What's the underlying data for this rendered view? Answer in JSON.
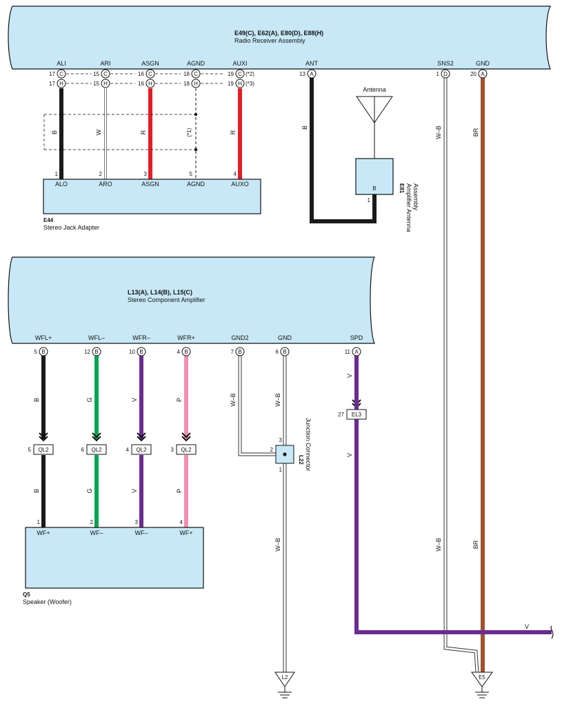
{
  "radio": {
    "codes": "E49(C), E62(A), E80(D), E88(H)",
    "name": "Radio Receiver Assembly",
    "pins": [
      "ALI",
      "ARI",
      "ASGN",
      "AGND",
      "AUXI",
      "ANT",
      "SNS2",
      "GND"
    ],
    "row_c": [
      {
        "num": "17",
        "con": "C"
      },
      {
        "num": "15",
        "con": "C"
      },
      {
        "num": "16",
        "con": "C"
      },
      {
        "num": "18",
        "con": "C"
      },
      {
        "num": "19",
        "con": "C"
      }
    ],
    "row_h": [
      {
        "num": "17",
        "con": "H"
      },
      {
        "num": "15",
        "con": "H"
      },
      {
        "num": "16",
        "con": "H"
      },
      {
        "num": "18",
        "con": "H"
      },
      {
        "num": "19",
        "con": "H"
      }
    ],
    "note_c": "(*2)",
    "note_h": "(*3)",
    "ant_pin": {
      "num": "13",
      "con": "A"
    },
    "sns2_pin": {
      "num": "1",
      "con": "D"
    },
    "gnd_pin": {
      "num": "20",
      "con": "A"
    }
  },
  "jack": {
    "code": "E44",
    "name": "Stereo Jack Adapter",
    "pins": [
      "ALO",
      "ARO",
      "ASGN",
      "AGND",
      "AUXO"
    ],
    "pin_nums": [
      "1",
      "2",
      "3",
      "5",
      "4"
    ],
    "note": "(*1)"
  },
  "antenna": {
    "label": "Antenna",
    "code": "E81",
    "name_line1": "Amplifier Antenna",
    "name_line2": "Assembly",
    "con": "B",
    "pin": "1"
  },
  "amp": {
    "codes": "L13(A), L14(B), L15(C)",
    "name": "Stereo Component Amplifier",
    "pins": [
      "WFL+",
      "WFL–",
      "WFR–",
      "WFR+",
      "GND2",
      "GND",
      "SPD"
    ],
    "pin_nums": [
      {
        "num": "5",
        "con": "B"
      },
      {
        "num": "12",
        "con": "B"
      },
      {
        "num": "10",
        "con": "B"
      },
      {
        "num": "4",
        "con": "B"
      },
      {
        "num": "7",
        "con": "B"
      },
      {
        "num": "6",
        "con": "B"
      },
      {
        "num": "11",
        "con": "A"
      }
    ]
  },
  "speaker": {
    "code": "Q5",
    "name": "Speaker (Woofer)",
    "pins": [
      "WF+",
      "WF–",
      "WF–",
      "WF+"
    ],
    "pin_nums": [
      "1",
      "2",
      "3",
      "4"
    ]
  },
  "junction": {
    "code": "L22",
    "name": "Junction Connector",
    "pins": [
      "3",
      "2",
      "1"
    ]
  },
  "connectors": {
    "ql2": {
      "label": "QL2",
      "pins": [
        "5",
        "6",
        "4",
        "3"
      ]
    },
    "el3": {
      "label": "EL3",
      "pin": "27"
    }
  },
  "grounds": {
    "l2": "L2",
    "e5": "E5"
  },
  "wires": {
    "ali": "B",
    "ari": "W",
    "asgn": "R",
    "auxi": "R",
    "ant": "B",
    "sns2_top": "W–B",
    "sns2_bottom": "W–B",
    "gnd_top": "BR",
    "gnd_bottom": "BR",
    "wfl_plus_top": "B",
    "wfl_plus_bottom": "B",
    "wfl_minus_top": "G",
    "wfl_minus_bottom": "G",
    "wfr_minus_top": "V",
    "wfr_minus_bottom": "V",
    "wfr_plus_top": "P",
    "wfr_plus_bottom": "P",
    "gnd2": "W–B",
    "amp_gnd_top": "W–B",
    "amp_gnd_bottom": "W–B",
    "spd_top": "V",
    "spd_bottom": "V",
    "spd_horizontal": "V"
  },
  "colors": {
    "box_fill": "#c8e8f7",
    "black": "#1a1a1a",
    "red": "#e31e24",
    "brown": "#a0522d",
    "green": "#00a550",
    "violet": "#6a2c91",
    "pink": "#f48fb1"
  }
}
